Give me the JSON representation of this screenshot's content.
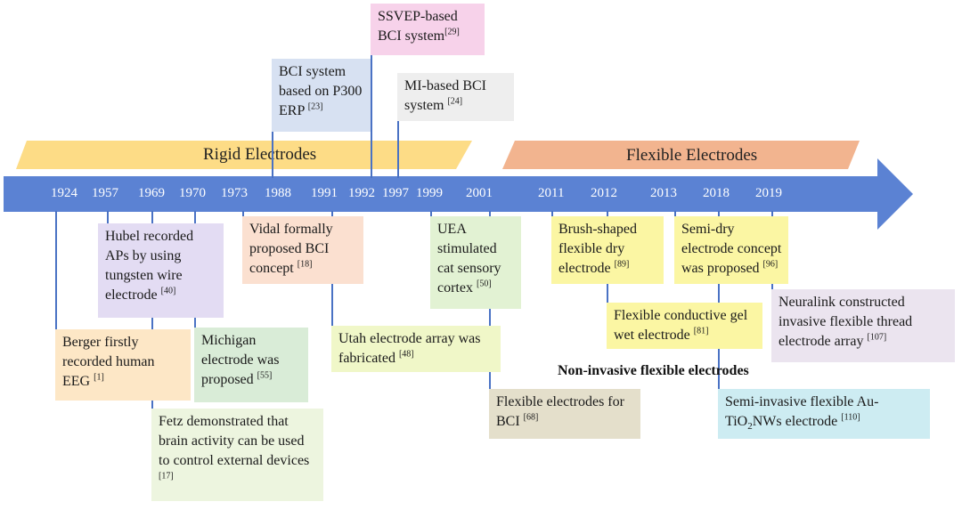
{
  "bands": {
    "rigid": "Rigid Electrodes",
    "flexible": "Flexible Electrodes"
  },
  "years": [
    "1924",
    "1957",
    "1969",
    "1970",
    "1973",
    "1988",
    "1991",
    "1992",
    "1997",
    "1999",
    "2001",
    "2011",
    "2012",
    "2013",
    "2018",
    "2019"
  ],
  "events": {
    "ssvep": {
      "text": "SSVEP-based BCI system",
      "ref": "[29]"
    },
    "p300": {
      "text": "BCI system based on P300 ERP",
      "ref": "[23]"
    },
    "mi": {
      "text": "MI-based BCI system",
      "ref": "[24]"
    },
    "hubel": {
      "text": "Hubel recorded APs by using tungsten wire electrode",
      "ref": "[40]"
    },
    "vidal": {
      "text": "Vidal formally proposed BCI concept",
      "ref": "[18]"
    },
    "uea": {
      "text": "UEA stimulated cat sensory cortex",
      "ref": "[50]"
    },
    "brush": {
      "text": "Brush-shaped flexible dry electrode",
      "ref": "[89]"
    },
    "semidry": {
      "text": "Semi-dry electrode concept was proposed",
      "ref": "[96]"
    },
    "neuralink": {
      "text": "Neuralink constructed invasive flexible thread electrode array",
      "ref": "[107]"
    },
    "gel": {
      "text": "Flexible conductive gel wet electrode",
      "ref": "[81]"
    },
    "berger": {
      "text": "Berger firstly recorded human EEG",
      "ref": "[1]"
    },
    "michigan": {
      "text": "Michigan electrode was proposed",
      "ref": "[55]"
    },
    "utah": {
      "text": "Utah electrode array was fabricated",
      "ref": "[48]"
    },
    "fetz": {
      "text": "Fetz demonstrated that brain activity can be used to control external devices",
      "ref": "[17]"
    },
    "flexbci": {
      "text": "Flexible electrodes for BCI",
      "ref": "[68]"
    },
    "semiinvasive": {
      "text_a": "Semi-invasive flexible Au-TiO",
      "sub": "2",
      "text_b": "NWs electrode",
      "ref": "[110]"
    }
  },
  "heading": "Non-invasive flexible electrodes",
  "colors": {
    "arrow": "#5b82d3",
    "rigid_band": "#fddc86",
    "flexible_band": "#f2b48f",
    "connector": "#4a72c4"
  }
}
